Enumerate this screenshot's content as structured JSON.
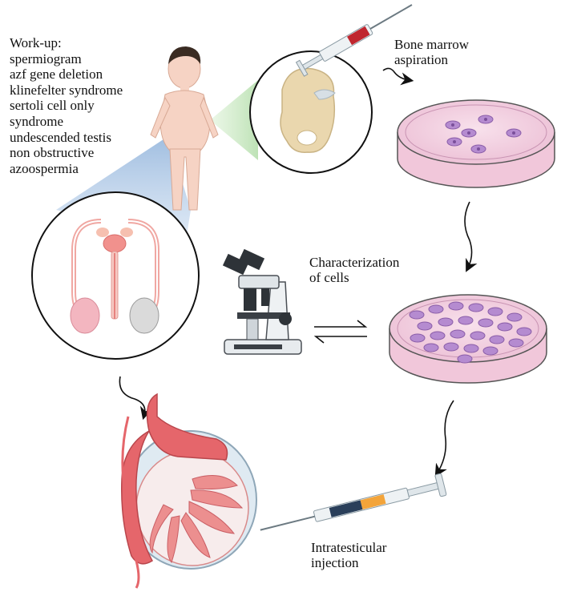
{
  "workup": {
    "title": "Work-up:",
    "items": [
      "spermiogram",
      "azf gene deletion",
      "klinefelter syndrome",
      "sertoli cell only",
      "syndrome",
      "undescended testis",
      "non obstructive",
      "azoospermia"
    ]
  },
  "steps": {
    "bone_marrow": [
      "Bone marrow",
      "aspiration"
    ],
    "characterization": [
      "Characterization",
      "of cells"
    ],
    "injection": [
      "Intratesticular",
      "injection"
    ]
  },
  "colors": {
    "skin": "#f6d3c4",
    "dish_pink": "#f3cfe0",
    "cell_purple": "#b58bd0",
    "testis_red": "#e5666b",
    "bone": "#ead7ae",
    "blue_cone": "#a9c4e3",
    "green_cone": "#bfe3b6"
  }
}
